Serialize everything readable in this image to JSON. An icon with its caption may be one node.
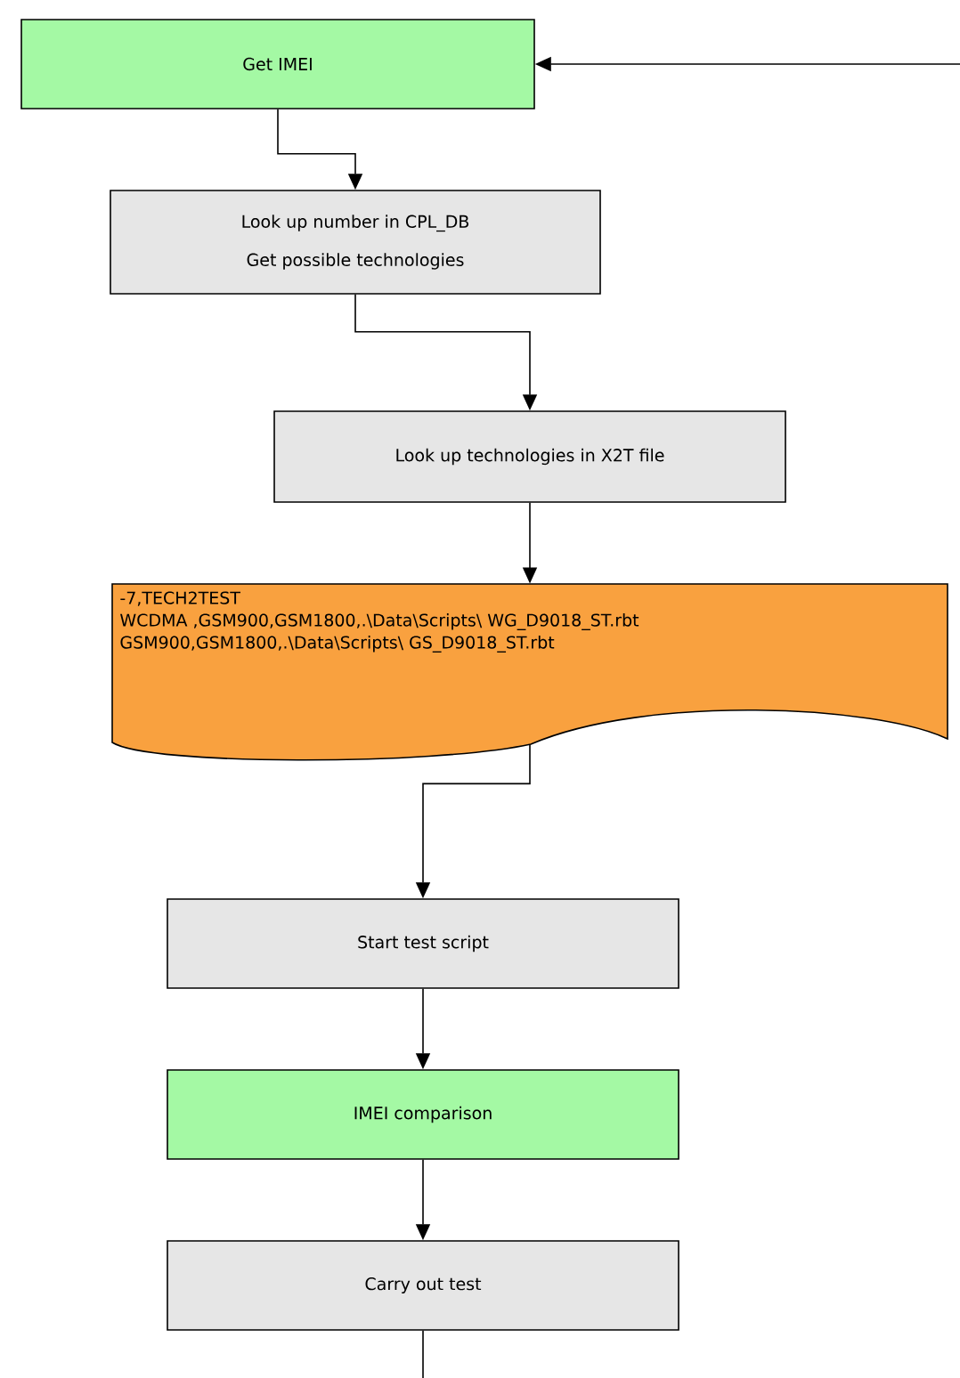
{
  "diagram": {
    "nodes": [
      {
        "text": [
          "Get IMEI"
        ]
      },
      {
        "text": [
          "Look up number in CPL_DB",
          "Get possible technologies"
        ]
      },
      {
        "text": [
          "Look up technologies in X2T file"
        ]
      },
      {
        "text": [
          "-7,TECH2TEST",
          "WCDMA ,GSM900,GSM1800,.\\Data\\Scripts\\ WG_D9018_ST.rbt",
          "GSM900,GSM1800,.\\Data\\Scripts\\ GS_D9018_ST.rbt"
        ]
      },
      {
        "text": [
          "Start test script"
        ]
      },
      {
        "text": [
          "IMEI comparison"
        ]
      },
      {
        "text": [
          "Carry out test"
        ]
      }
    ],
    "edges": [
      {
        "from": null,
        "to": 0,
        "arrow": "to"
      },
      {
        "from": 0,
        "to": 1,
        "arrow": "to"
      },
      {
        "from": 1,
        "to": 2,
        "arrow": "to"
      },
      {
        "from": 2,
        "to": 3,
        "arrow": "to"
      },
      {
        "from": 3,
        "to": 4,
        "arrow": "to"
      },
      {
        "from": 4,
        "to": 5,
        "arrow": "to"
      },
      {
        "from": 5,
        "to": 6,
        "arrow": "to"
      },
      {
        "from": 6,
        "to": null,
        "arrow": "none"
      }
    ]
  }
}
